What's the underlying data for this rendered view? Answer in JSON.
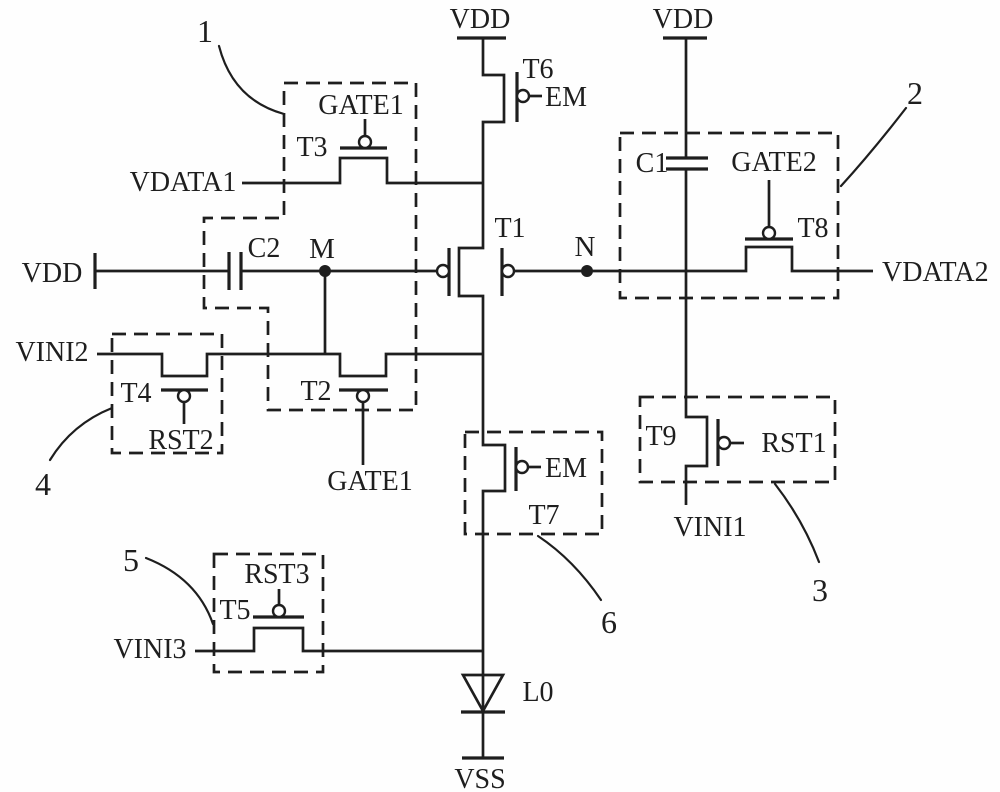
{
  "figure": {
    "type": "pixel-driver-circuit-schematic",
    "colors": {
      "ink": "#1e1e1e",
      "paper": "#fefefe"
    },
    "power": {
      "vdd_left": "VDD",
      "vdd_top_center": "VDD",
      "vdd_top_right": "VDD",
      "vss": "VSS"
    },
    "signals": {
      "vdata1": "VDATA1",
      "vdata2": "VDATA2",
      "vini1": "VINI1",
      "vini2": "VINI2",
      "vini3": "VINI3",
      "gate1_t3": "GATE1",
      "gate1_t2": "GATE1",
      "gate2": "GATE2",
      "rst1": "RST1",
      "rst2": "RST2",
      "rst3": "RST3",
      "em_t6": "EM",
      "em_t7": "EM"
    },
    "transistors": {
      "t1": "T1",
      "t2": "T2",
      "t3": "T3",
      "t4": "T4",
      "t5": "T5",
      "t6": "T6",
      "t7": "T7",
      "t8": "T8",
      "t9": "T9"
    },
    "capacitors": {
      "c1": "C1",
      "c2": "C2"
    },
    "nodes": {
      "m": "M",
      "n": "N"
    },
    "light_element": {
      "l0": "L0"
    },
    "callouts": {
      "n1": "1",
      "n2": "2",
      "n3": "3",
      "n4": "4",
      "n5": "5",
      "n6": "6"
    }
  }
}
